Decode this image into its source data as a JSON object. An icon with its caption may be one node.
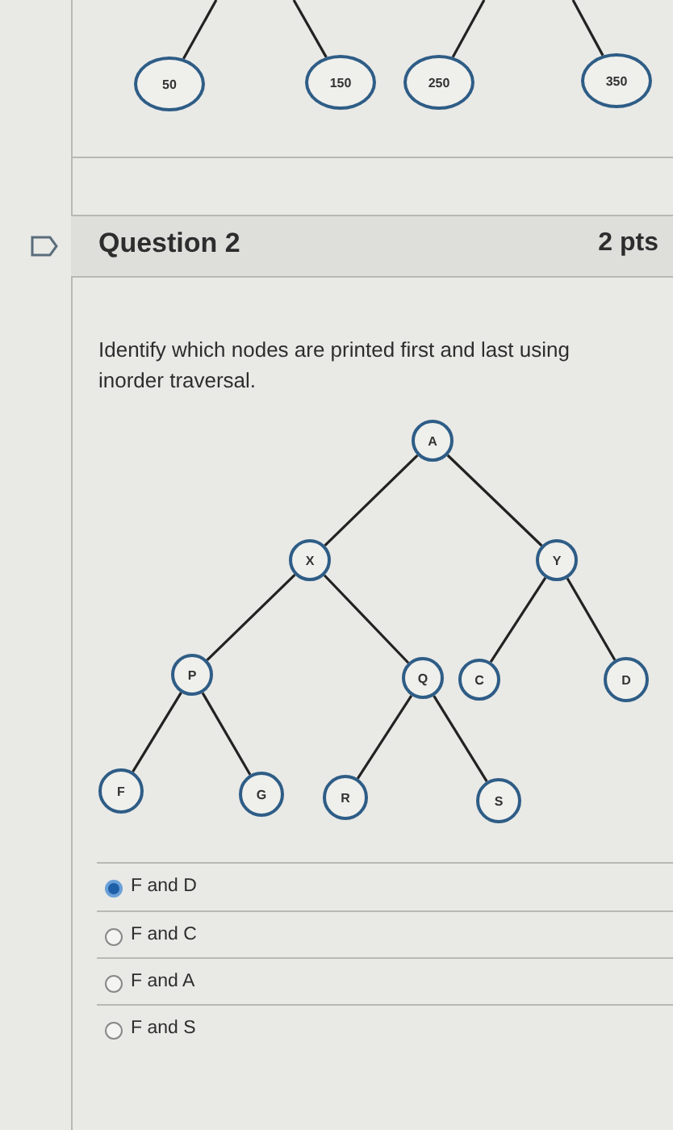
{
  "diagram": {
    "nodes": [
      {
        "text": [
          "50"
        ]
      },
      {
        "text": [
          "150"
        ]
      },
      {
        "text": [
          "250"
        ]
      },
      {
        "text": [
          "350"
        ]
      },
      {
        "text": [
          "A"
        ]
      },
      {
        "text": [
          "X"
        ]
      },
      {
        "text": [
          "Y"
        ]
      },
      {
        "text": [
          "P"
        ]
      },
      {
        "text": [
          "Q"
        ]
      },
      {
        "text": [
          "C"
        ]
      },
      {
        "text": [
          "D"
        ]
      },
      {
        "text": [
          "F"
        ]
      },
      {
        "text": [
          "G"
        ]
      },
      {
        "text": [
          "R"
        ]
      },
      {
        "text": [
          "S"
        ]
      }
    ],
    "edges": [
      {
        "from": null,
        "to": 0,
        "arrow": "none"
      },
      {
        "from": null,
        "to": 1,
        "arrow": "none"
      },
      {
        "from": null,
        "to": 2,
        "arrow": "none"
      },
      {
        "from": null,
        "to": 3,
        "arrow": "none"
      },
      {
        "from": 4,
        "to": 5,
        "arrow": "none"
      },
      {
        "from": 4,
        "to": 6,
        "arrow": "none"
      },
      {
        "from": 5,
        "to": 7,
        "arrow": "none"
      },
      {
        "from": 5,
        "to": 8,
        "arrow": "none"
      },
      {
        "from": 6,
        "to": 9,
        "arrow": "none"
      },
      {
        "from": 6,
        "to": 10,
        "arrow": "none"
      },
      {
        "from": 7,
        "to": 11,
        "arrow": "none"
      },
      {
        "from": 7,
        "to": 12,
        "arrow": "none"
      },
      {
        "from": 8,
        "to": 13,
        "arrow": "none"
      },
      {
        "from": 8,
        "to": 14,
        "arrow": "none"
      }
    ],
    "labels": [
      "Question 2",
      "2 pts",
      "Identify which nodes are printed first and last using inorder traversal.",
      "F and D",
      "F and C",
      "F and A",
      "F and S"
    ]
  }
}
